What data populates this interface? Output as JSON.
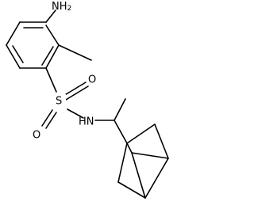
{
  "molecule": {
    "atoms": {
      "amino": {
        "element": "N",
        "hcount": "2",
        "label": "NH",
        "subscript": "2"
      },
      "sulfur": {
        "label": "S"
      },
      "oxygen_top": {
        "label": "O"
      },
      "oxygen_bottom": {
        "label": "O"
      },
      "amide": {
        "label": "HN"
      }
    },
    "colors": {
      "bond": "#000000",
      "text": "#000000",
      "background": "#ffffff"
    }
  }
}
